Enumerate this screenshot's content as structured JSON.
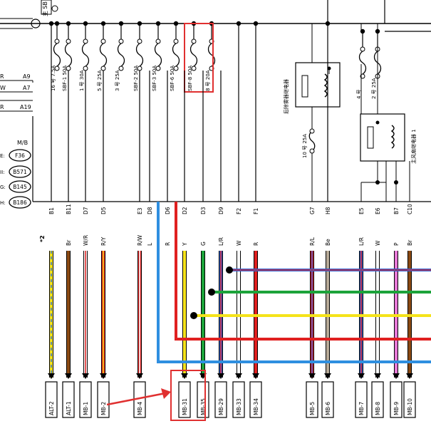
{
  "diagram": {
    "left_refs": [
      {
        "code": "R",
        "pin": "A9"
      },
      {
        "code": "W",
        "pin": "A7"
      },
      {
        "code": "R",
        "pin": "A19"
      }
    ],
    "main_switch_label": "主 SB",
    "mb_header": "M/B",
    "connectors": [
      {
        "prefix": "E:",
        "id": "F36"
      },
      {
        "prefix": "II:",
        "id": "B571"
      },
      {
        "prefix": "G:",
        "id": "B145"
      },
      {
        "prefix": "H:",
        "id": "B186"
      }
    ],
    "fuses": [
      {
        "label": "16 号 7.5A",
        "highlight": false
      },
      {
        "label": "SBF-1 50A",
        "highlight": false
      },
      {
        "label": "1 号 30A",
        "highlight": false
      },
      {
        "label": "5 号 25A",
        "highlight": false
      },
      {
        "label": "3 号 25A",
        "highlight": false
      },
      {
        "label": "SBF-2 50A",
        "highlight": false
      },
      {
        "label": "SBF-3 50A",
        "highlight": false
      },
      {
        "label": "SBF-6 50A",
        "highlight": true
      },
      {
        "label": "SBF-8 50A",
        "highlight": true
      },
      {
        "label": "8 号 20A",
        "highlight": false
      },
      {
        "label": "4 号",
        "highlight": false
      },
      {
        "label": "2 号 25A",
        "highlight": false
      },
      {
        "label": "10 号 25A",
        "highlight": false
      }
    ],
    "relays": [
      {
        "label": "后除雾器继电器"
      },
      {
        "label": "主风扇继电器 1"
      }
    ],
    "star_label": "*2",
    "wires": [
      {
        "pin": "B1",
        "color": "",
        "conn": "ALT-2",
        "stroke": "#f5e31a",
        "stroke2": "#2f6fd6"
      },
      {
        "pin": "B11",
        "color": "Br",
        "conn": "ALT-1",
        "stroke": "#8b4a13"
      },
      {
        "pin": "D7",
        "color": "W/R",
        "conn": "MB-1",
        "stroke": "#ffffff",
        "stroke2": "#e02020"
      },
      {
        "pin": "D5",
        "color": "R/Y",
        "conn": "MB-2",
        "stroke": "#e02020",
        "stroke2": "#f5e31a"
      },
      {
        "pin": "E3",
        "color": "R/W",
        "conn": "MB-4",
        "stroke": "#e02020",
        "stroke2": "#ffffff"
      },
      {
        "pin": "D8",
        "color": "L",
        "conn": "",
        "stroke": "#2f8fe0"
      },
      {
        "pin": "D6",
        "color": "R",
        "conn": "",
        "stroke": "#e02020"
      },
      {
        "pin": "D2",
        "color": "Y",
        "conn": "MB-31",
        "stroke": "#f5e31a"
      },
      {
        "pin": "D3",
        "color": "G",
        "conn": "MB-35",
        "stroke": "#1ca33a"
      },
      {
        "pin": "D9",
        "color": "L/R",
        "conn": "MB-29",
        "stroke": "#3060d0",
        "stroke2": "#e02020"
      },
      {
        "pin": "F2",
        "color": "W",
        "conn": "MB-33",
        "stroke": "#ffffff"
      },
      {
        "pin": "F1",
        "color": "R",
        "conn": "MB-34",
        "stroke": "#e02020"
      },
      {
        "pin": "G7",
        "color": "R/L",
        "conn": "MB-5",
        "stroke": "#e02020",
        "stroke2": "#3060d0"
      },
      {
        "pin": "H8",
        "color": "Be",
        "conn": "MB-6",
        "stroke": "#b8ab98"
      },
      {
        "pin": "E5",
        "color": "L/R",
        "conn": "MB-7",
        "stroke": "#3060d0",
        "stroke2": "#e02020"
      },
      {
        "pin": "E6",
        "color": "W",
        "conn": "MB-8",
        "stroke": "#ffffff"
      },
      {
        "pin": "B7",
        "color": "P",
        "conn": "MB-9",
        "stroke": "#e879d8"
      },
      {
        "pin": "C10",
        "color": "Br",
        "conn": "MB-10",
        "stroke": "#8b4a13"
      }
    ],
    "highlight_color": "#e03030"
  }
}
